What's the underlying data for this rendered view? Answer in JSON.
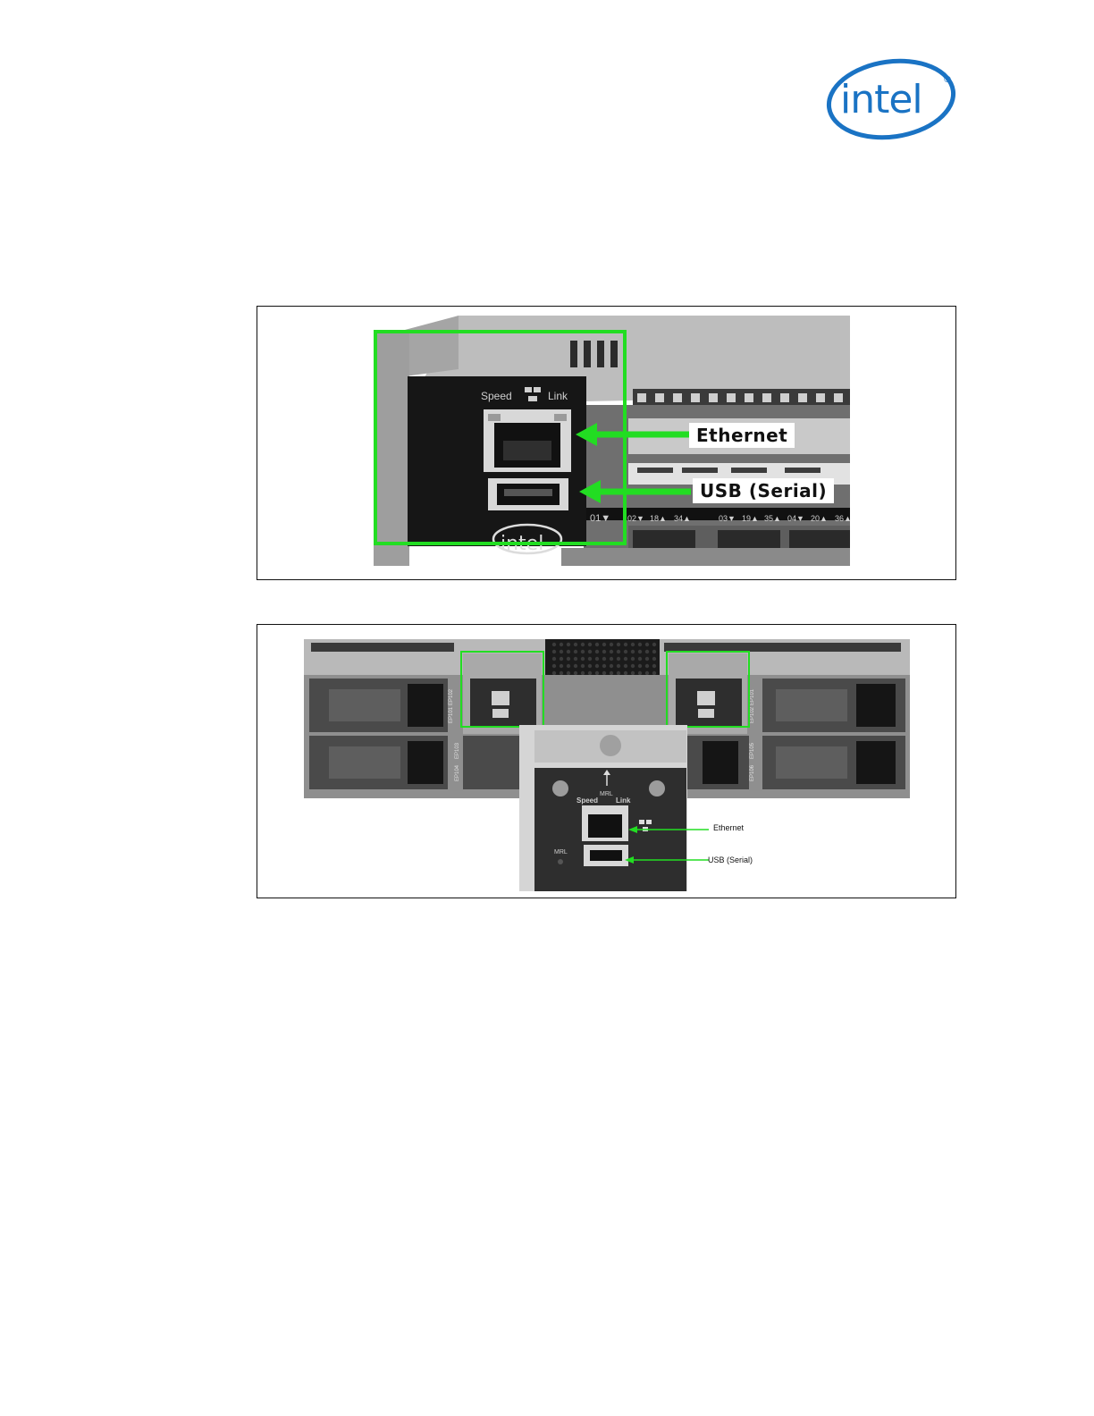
{
  "logo": {
    "text": "intel",
    "mark": "®"
  },
  "figure1": {
    "callouts": {
      "ethernet": "Ethernet",
      "usb": "USB (Serial)"
    },
    "panel_labels": {
      "speed": "Speed",
      "link": "Link",
      "port": "01▼"
    },
    "port_row": [
      "02▼",
      "18▲",
      "34▲",
      "03▼",
      "19▲",
      "35▲",
      "04▼",
      "20▲",
      "36▲"
    ],
    "panel_logo": "intel",
    "colors": {
      "highlight": "#22dd22",
      "panel": "#161616",
      "chassis": "#b8b8b8"
    }
  },
  "figure2": {
    "callouts": {
      "ethernet": "Ethernet",
      "usb": "USB (Serial)"
    },
    "panel_labels": {
      "speed": "Speed",
      "link": "Link",
      "mrl": "MRL",
      "mrl_led": "MRL"
    },
    "psu_labels": [
      "EP102",
      "EP101",
      "EP103",
      "EP104",
      "EP101",
      "EP102",
      "EP105",
      "EP106"
    ],
    "colors": {
      "highlight": "#22dd22",
      "panel": "#2e2e2e",
      "chassis": "#9a9a9a"
    }
  }
}
